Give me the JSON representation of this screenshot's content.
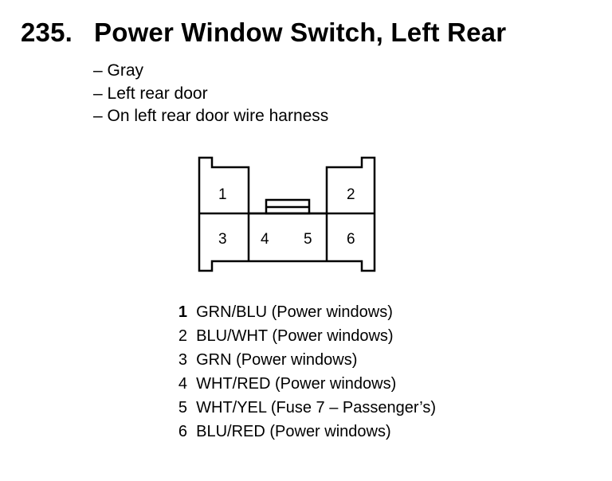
{
  "heading": {
    "number": "235.",
    "title": "Power Window Switch, Left Rear"
  },
  "details": [
    "– Gray",
    "– Left rear door",
    "– On left rear door wire harness"
  ],
  "connector": {
    "cavity_labels": [
      "1",
      "2",
      "3",
      "4",
      "5",
      "6"
    ]
  },
  "pins": [
    {
      "number": "1",
      "description": "GRN/BLU (Power windows)"
    },
    {
      "number": "2",
      "description": "BLU/WHT (Power windows)"
    },
    {
      "number": "3",
      "description": "GRN (Power windows)"
    },
    {
      "number": "4",
      "description": "WHT/RED (Power windows)"
    },
    {
      "number": "5",
      "description": "WHT/YEL (Fuse 7 – Passenger’s)"
    },
    {
      "number": "6",
      "description": "BLU/RED (Power windows)"
    }
  ]
}
